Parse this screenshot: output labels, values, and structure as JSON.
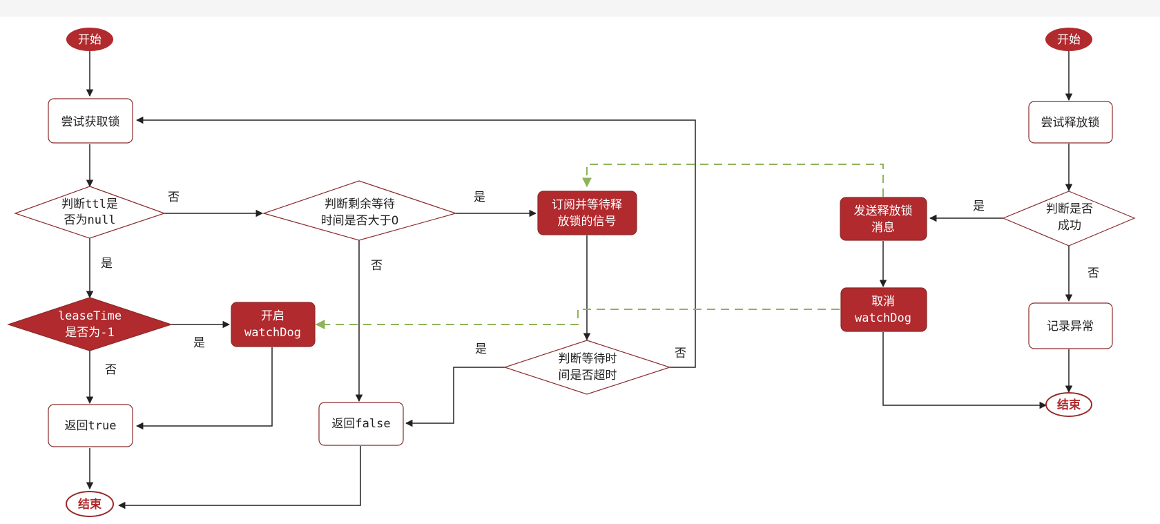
{
  "colors": {
    "accent_red": "#b8262b",
    "stroke": "#8b2a2a",
    "line": "#222222",
    "dashed": "#8fb35a",
    "terminal_fill": "#b02a2e",
    "terminal_end_stroke": "#9a2a2a"
  },
  "left_flow": {
    "start": "开始",
    "try_acquire": "尝试获取锁",
    "ttl_check": [
      "判断ttl是",
      "否为null"
    ],
    "lease_check": [
      "leaseTime",
      "是否为-1"
    ],
    "start_watchdog": [
      "开启",
      "watchDog"
    ],
    "return_true": "返回true",
    "end": "结束",
    "remaining_check": [
      "判断剩余等待",
      "时间是否大于0"
    ],
    "subscribe": [
      "订阅并等待释",
      "放锁的信号"
    ],
    "timeout_check": [
      "判断等待时",
      "间是否超时"
    ],
    "return_false": "返回false"
  },
  "right_flow": {
    "start": "开始",
    "try_release": "尝试释放锁",
    "success_check": [
      "判断是否",
      "成功"
    ],
    "send_release": [
      "发送释放锁",
      "消息"
    ],
    "cancel_watchdog": [
      "取消",
      "watchDog"
    ],
    "record_exception": "记录异常",
    "end": "结束"
  },
  "edge_labels": {
    "yes": "是",
    "no": "否"
  }
}
